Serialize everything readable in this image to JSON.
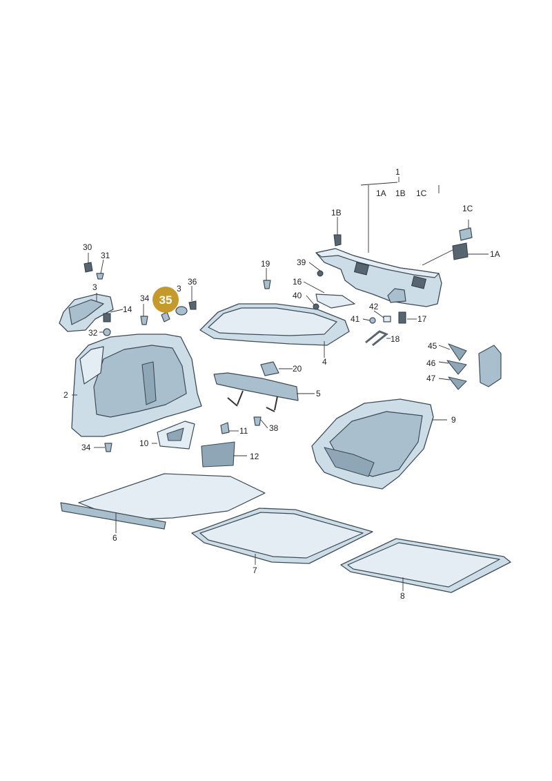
{
  "labels": {
    "l1": "1",
    "l1A_top": "1A",
    "l1B_top": "1B",
    "l1C_top": "1C",
    "l1B": "1B",
    "l1C": "1C",
    "l1A": "1A",
    "l2": "2",
    "l3a": "3",
    "l3b": "3",
    "l4": "4",
    "l5": "5",
    "l6": "6",
    "l7": "7",
    "l8": "8",
    "l9": "9",
    "l10": "10",
    "l11": "11",
    "l12": "12",
    "l14": "14",
    "l16": "16",
    "l17": "17",
    "l18": "18",
    "l19": "19",
    "l20": "20",
    "l30": "30",
    "l31": "31",
    "l32": "32",
    "l34a": "34",
    "l34b": "34",
    "l36": "36",
    "l38": "38",
    "l39": "39",
    "l40": "40",
    "l41": "41",
    "l42": "42",
    "l45": "45",
    "l46": "46",
    "l47": "47"
  },
  "highlight": {
    "label": "35",
    "color": "#c49a2c"
  }
}
